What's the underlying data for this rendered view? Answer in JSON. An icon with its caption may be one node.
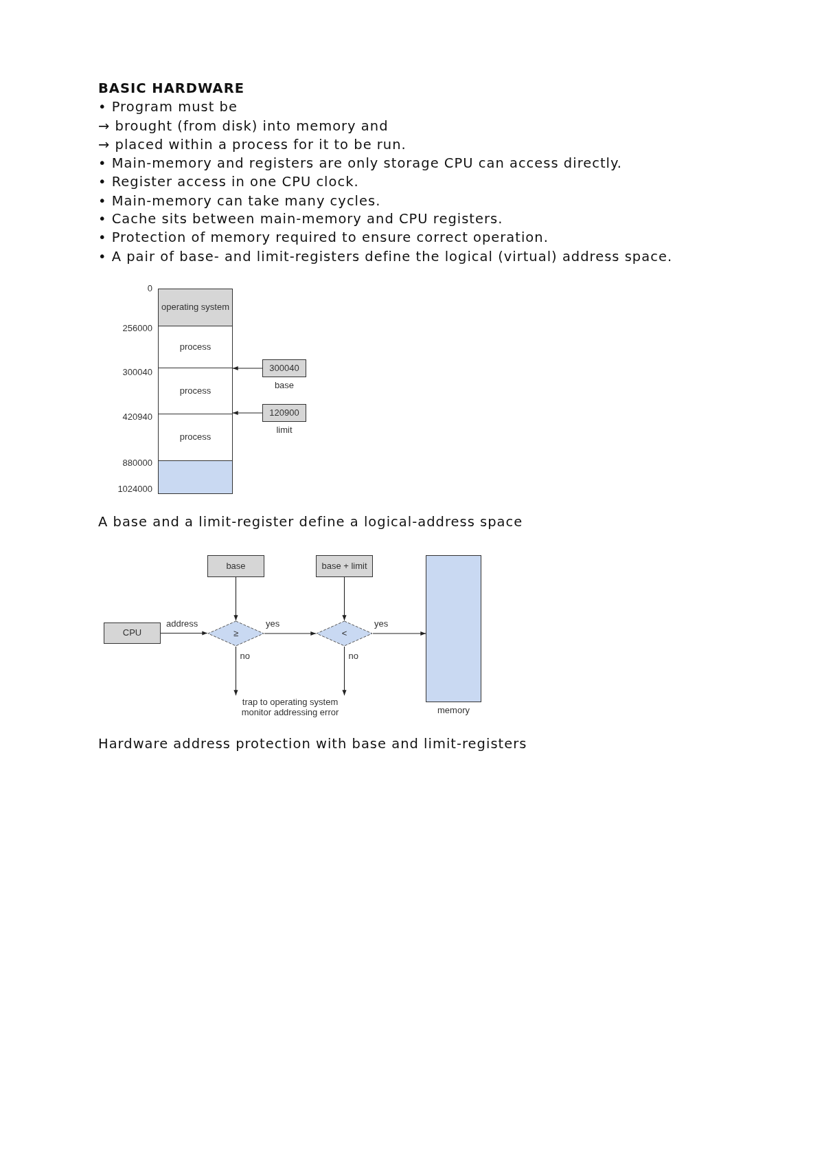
{
  "diagram": {
    "title": "BASIC HARDWARE",
    "nodes": [
      {
        "text": [
          "operating system"
        ]
      },
      {
        "text": [
          "process"
        ]
      },
      {
        "text": [
          "process"
        ]
      },
      {
        "text": [
          "process"
        ]
      },
      {
        "text": [],
        "shape": "box"
      },
      {
        "text": [
          "300040"
        ],
        "beside": [
          "base"
        ]
      },
      {
        "text": [
          "120900"
        ],
        "beside": [
          "limit"
        ]
      },
      {
        "text": [
          "base"
        ]
      },
      {
        "text": [
          "base + limit"
        ]
      },
      {
        "text": [
          "CPU"
        ]
      },
      {
        "text": [
          "≥"
        ]
      },
      {
        "text": [
          "<"
        ]
      },
      {
        "text": [],
        "shape": "box",
        "beside": [
          "memory"
        ]
      },
      {
        "text": [
          "trap to operating system monitor addressing error"
        ]
      }
    ],
    "edges": [
      {
        "from": 5,
        "to": 2,
        "arrow": "to"
      },
      {
        "from": 6,
        "to": 3,
        "arrow": "to"
      },
      {
        "from": 7,
        "to": 10,
        "arrow": "to"
      },
      {
        "from": 8,
        "to": 11,
        "arrow": "to"
      },
      {
        "from": 9,
        "to": 10,
        "arrow": "to",
        "label": "address"
      },
      {
        "from": 10,
        "to": 11,
        "arrow": "to",
        "label": "yes"
      },
      {
        "from": 11,
        "to": 12,
        "arrow": "to",
        "label": "yes"
      },
      {
        "from": 10,
        "to": 13,
        "arrow": "to",
        "label": "no"
      },
      {
        "from": 11,
        "to": 13,
        "arrow": "to",
        "label": "no"
      }
    ],
    "labels": [
      "• Program must be",
      "→ brought (from disk) into memory and",
      "→ placed within a process for it to be run.",
      "• Main-memory and registers are only storage CPU can access directly.",
      "• Register access in one CPU clock.",
      "• Main-memory can take many cycles.",
      "• Cache sits between main-memory and CPU registers.",
      "• Protection of memory required to ensure correct operation.",
      "• A pair of base- and limit-registers define the logical (virtual) address space.",
      "0",
      "256000",
      "300040",
      "420940",
      "880000",
      "1024000",
      "A base and a limit-register define a logical-address space",
      "Hardware address protection with base and limit-registers"
    ]
  }
}
